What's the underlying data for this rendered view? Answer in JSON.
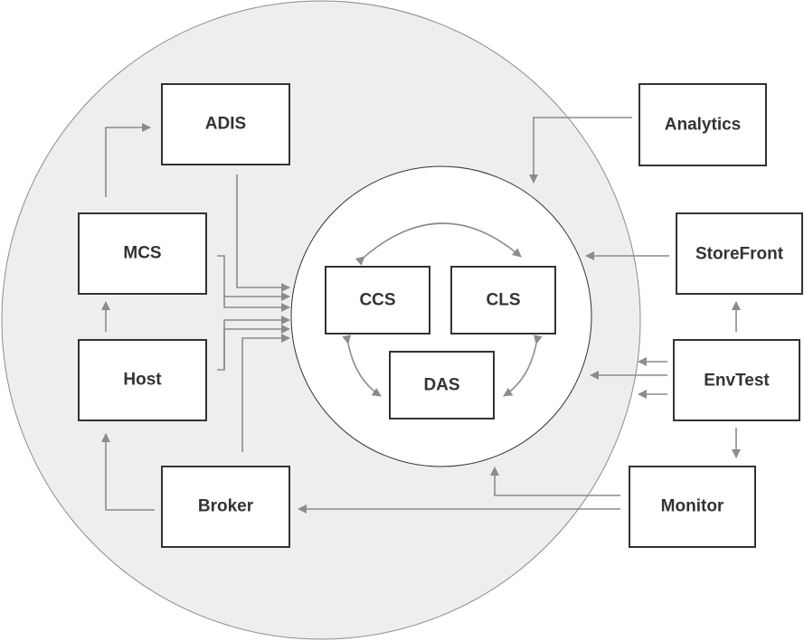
{
  "colors": {
    "outer_ring_fill": "#eeeeee",
    "outer_ring_stroke": "#8c8c8c",
    "inner_circle_fill": "#ffffff",
    "box_stroke": "#333333",
    "arrow": "#8c8c8c",
    "text": "#333333"
  },
  "diagram": {
    "outer_components": {
      "adis": "ADIS",
      "mcs": "MCS",
      "host": "Host",
      "broker": "Broker"
    },
    "core_components": {
      "ccs": "CCS",
      "cls": "CLS",
      "das": "DAS"
    },
    "external_components": {
      "analytics": "Analytics",
      "storefront": "StoreFront",
      "envtest": "EnvTest",
      "monitor": "Monitor"
    }
  }
}
